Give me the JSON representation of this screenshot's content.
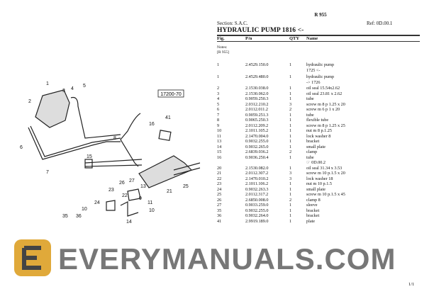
{
  "document": {
    "model": "R 955",
    "section": "Section: S.A.C.",
    "ref": "Ref: 0D.00.1",
    "heading": "HYDRAULIC PUMP 1816 <-",
    "columns": {
      "fig": "Fig.",
      "pn": "P/n",
      "qty": "QTY",
      "name": "Name"
    },
    "notes_label": "Notes:",
    "notes_value": "[R 955]",
    "page": "1/1"
  },
  "parts": [
    {
      "fig": "1",
      "pn": "2.4529.150.0",
      "qty": "1",
      "name": "hydraulic pump",
      "sub": "1725 <-"
    },
    {
      "fig": "1",
      "pn": "2.4529.480.0",
      "qty": "1",
      "name": "hydraulic pump",
      "sub": "-> 1726"
    },
    {
      "fig": "2",
      "pn": "2.1530.038.0",
      "qty": "1",
      "name": "oil seal 15.54x2.62"
    },
    {
      "fig": "3",
      "pn": "2.1530.062.0",
      "qty": "1",
      "name": "oil seal 23.81 x 2.62"
    },
    {
      "fig": "4",
      "pn": "0.9059.250.3",
      "qty": "1",
      "name": "tube"
    },
    {
      "fig": "5",
      "pn": "2.0312.210.2",
      "qty": "3",
      "name": "screw m 8 p 1.25 x 20"
    },
    {
      "fig": "6",
      "pn": "2.0112.011.2",
      "qty": "2",
      "name": "screw m 6 p 1 x 20"
    },
    {
      "fig": "7",
      "pn": "0.9059.251.3",
      "qty": "1",
      "name": "tube"
    },
    {
      "fig": "8",
      "pn": "0.9065.250.3",
      "qty": "1",
      "name": "flexible tube"
    },
    {
      "fig": "9",
      "pn": "2.0112.209.2",
      "qty": "1",
      "name": "screw m 8 p 1.25 x 25"
    },
    {
      "fig": "10",
      "pn": "2.1011.105.2",
      "qty": "1",
      "name": "nut m 8 p.1.25"
    },
    {
      "fig": "11",
      "pn": "2.1470.004.0",
      "qty": "1",
      "name": "lock washer 8"
    },
    {
      "fig": "13",
      "pn": "0.9032.255.0",
      "qty": "1",
      "name": "bracket"
    },
    {
      "fig": "14",
      "pn": "0.9032.265.0",
      "qty": "1",
      "name": "small plate"
    },
    {
      "fig": "15",
      "pn": "2.6839.036.2",
      "qty": "2",
      "name": "clamp"
    },
    {
      "fig": "16",
      "pn": "0.9036.250.4",
      "qty": "1",
      "name": "tube",
      "sub": "☞ 0D.00.2"
    },
    {
      "fig": "20",
      "pn": "2.1530.082.0",
      "qty": "1",
      "name": "oil seal 31.34 x 3.53"
    },
    {
      "fig": "21",
      "pn": "2.0112.307.2",
      "qty": "3",
      "name": "screw m 10 p.1.5 x 20"
    },
    {
      "fig": "22",
      "pn": "2.1470.010.2",
      "qty": "3",
      "name": "lock washer 18"
    },
    {
      "fig": "23",
      "pn": "2.1011.106.2",
      "qty": "1",
      "name": "nut m 10 p.1.5"
    },
    {
      "fig": "24",
      "pn": "0.9032.263.3",
      "qty": "1",
      "name": "small plate"
    },
    {
      "fig": "25",
      "pn": "2.0112.317.2",
      "qty": "1",
      "name": "screw m 10 p.1.5 x 45"
    },
    {
      "fig": "26",
      "pn": "2.6850.008.0",
      "qty": "2",
      "name": "clamp 8"
    },
    {
      "fig": "27",
      "pn": "0.9033.259.0",
      "qty": "1",
      "name": "sleeve"
    },
    {
      "fig": "35",
      "pn": "0.9032.255.0",
      "qty": "1",
      "name": "bracket"
    },
    {
      "fig": "36",
      "pn": "0.9032.264.0",
      "qty": "1",
      "name": "bracket"
    },
    {
      "fig": "41",
      "pn": "2.9919.189.0",
      "qty": "1",
      "name": "plate"
    }
  ],
  "diagram": {
    "drawing_code": "17200-70",
    "callouts": [
      "1",
      "2",
      "3",
      "4",
      "5",
      "6",
      "7",
      "8",
      "41",
      "16",
      "15",
      "26",
      "27",
      "13",
      "23",
      "21",
      "22",
      "9",
      "24",
      "11",
      "10",
      "25",
      "35",
      "36",
      "10",
      "14"
    ]
  },
  "watermark": {
    "text": "EVERYMANUALS.COM",
    "color": "#555555",
    "logo_color": "#e0a93a"
  }
}
